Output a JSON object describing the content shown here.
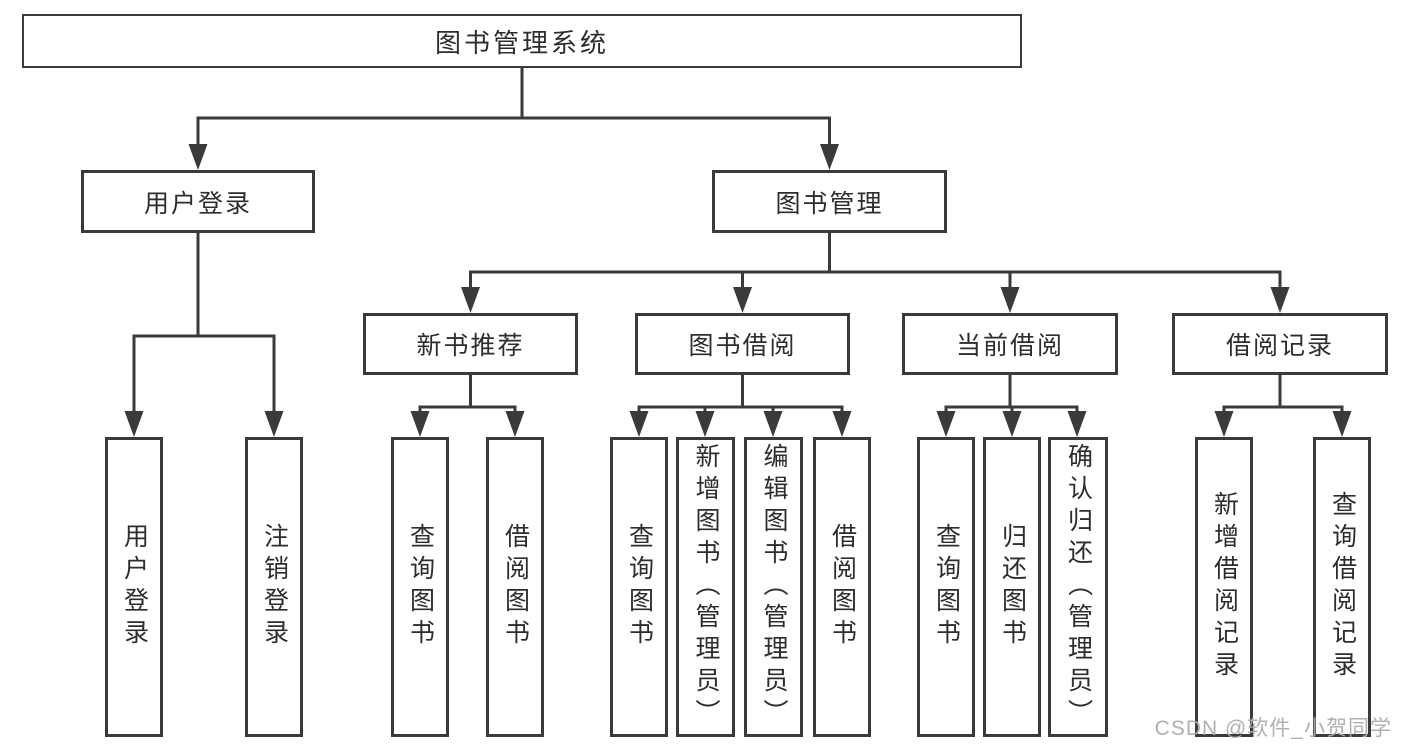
{
  "diagram": {
    "title": "图书管理系统",
    "nodes": [
      {
        "id": "root",
        "level": 1,
        "label": "图书管理系统"
      },
      {
        "id": "user-login",
        "level": 2,
        "label": "用户登录"
      },
      {
        "id": "book-mgmt",
        "level": 2,
        "label": "图书管理"
      },
      {
        "id": "new-book-rec",
        "level": 3,
        "label": "新书推荐"
      },
      {
        "id": "book-borrow",
        "level": 3,
        "label": "图书借阅"
      },
      {
        "id": "current-borrow",
        "level": 3,
        "label": "当前借阅"
      },
      {
        "id": "borrow-records",
        "level": 3,
        "label": "借阅记录"
      },
      {
        "id": "leaf-user-login",
        "level": 4,
        "label": "用户登录"
      },
      {
        "id": "leaf-logout",
        "level": 4,
        "label": "注销登录"
      },
      {
        "id": "leaf-query-book-1",
        "level": 4,
        "label": "查询图书"
      },
      {
        "id": "leaf-borrow-book-1",
        "level": 4,
        "label": "借阅图书"
      },
      {
        "id": "leaf-query-book-2",
        "level": 4,
        "label": "查询图书"
      },
      {
        "id": "leaf-add-book",
        "level": 4,
        "label": "新增图书（管理员）"
      },
      {
        "id": "leaf-edit-book",
        "level": 4,
        "label": "编辑图书（管理员）"
      },
      {
        "id": "leaf-borrow-book-2",
        "level": 4,
        "label": "借阅图书"
      },
      {
        "id": "leaf-query-book-3",
        "level": 4,
        "label": "查询图书"
      },
      {
        "id": "leaf-return-book",
        "level": 4,
        "label": "归还图书"
      },
      {
        "id": "leaf-confirm-return",
        "level": 4,
        "label": "确认归还（管理员）"
      },
      {
        "id": "leaf-add-borrow-record",
        "level": 4,
        "label": "新增借阅记录"
      },
      {
        "id": "leaf-query-borrow-record",
        "level": 4,
        "label": "查询借阅记录"
      }
    ],
    "edges": [
      [
        "root",
        "user-login"
      ],
      [
        "root",
        "book-mgmt"
      ],
      [
        "user-login",
        "leaf-user-login"
      ],
      [
        "user-login",
        "leaf-logout"
      ],
      [
        "book-mgmt",
        "new-book-rec"
      ],
      [
        "book-mgmt",
        "book-borrow"
      ],
      [
        "book-mgmt",
        "current-borrow"
      ],
      [
        "book-mgmt",
        "borrow-records"
      ],
      [
        "new-book-rec",
        "leaf-query-book-1"
      ],
      [
        "new-book-rec",
        "leaf-borrow-book-1"
      ],
      [
        "book-borrow",
        "leaf-query-book-2"
      ],
      [
        "book-borrow",
        "leaf-add-book"
      ],
      [
        "book-borrow",
        "leaf-edit-book"
      ],
      [
        "book-borrow",
        "leaf-borrow-book-2"
      ],
      [
        "current-borrow",
        "leaf-query-book-3"
      ],
      [
        "current-borrow",
        "leaf-return-book"
      ],
      [
        "current-borrow",
        "leaf-confirm-return"
      ],
      [
        "borrow-records",
        "leaf-add-borrow-record"
      ],
      [
        "borrow-records",
        "leaf-query-borrow-record"
      ]
    ]
  },
  "watermark": {
    "text": "CSDN @软件_小贺同学"
  },
  "colors": {
    "line": "#3a3a3a",
    "box_border": "#3a3a3a",
    "text": "#2d2d2d",
    "background": "#ffffff",
    "watermark": "#acacac"
  }
}
